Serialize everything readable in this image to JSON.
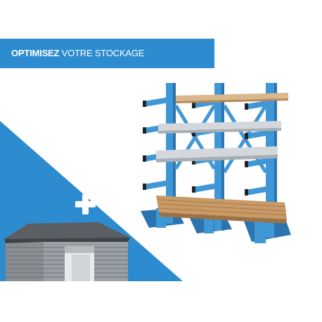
{
  "banner": {
    "title_bold": "OPTIMISEZ",
    "title_rest": " VOTRE STOCKAGE"
  },
  "icons": {
    "plus": "plus-icon",
    "garage": "garage-icon",
    "rack": "cantilever-rack-image"
  },
  "colors": {
    "accent": "#2d8ccf",
    "rack_blue": "#3f97d6",
    "rack_blue_dark": "#2a74b0",
    "wood": "#c89a66",
    "steel": "#c8ccd0"
  }
}
